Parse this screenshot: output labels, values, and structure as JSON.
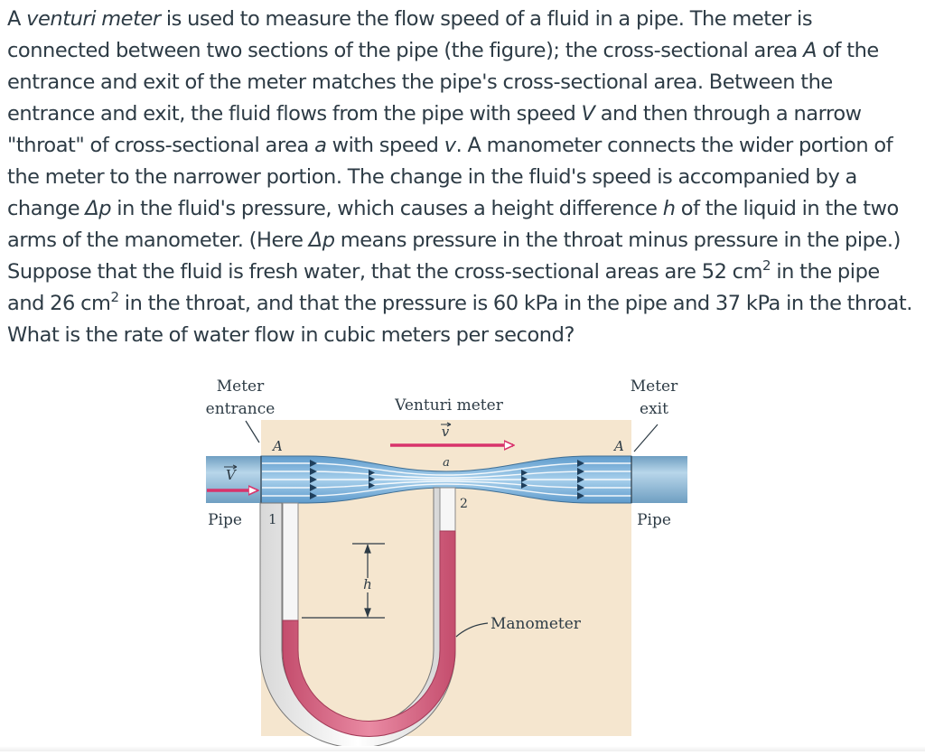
{
  "question": {
    "t1": "A ",
    "t2": "venturi meter",
    "t3": " is used to measure the flow speed of a fluid in a pipe. The meter is connected between two sections of the pipe (the figure); the cross-sectional area ",
    "t4": "A",
    "t5": " of the entrance and exit of the meter matches the pipe's cross-sectional area. Between the entrance and exit, the fluid flows from the pipe with speed ",
    "t6": "V",
    "t7": " and then through a narrow \"throat\" of cross-sectional area ",
    "t8": "a",
    "t9": " with speed ",
    "t10": "v",
    "t11": ". A manometer connects the wider portion of the meter to the narrower portion. The change in the fluid's speed is accompanied by a change ",
    "t12": "Δp",
    "t13": " in the fluid's pressure, which causes a height difference ",
    "t14": "h",
    "t15": " of the liquid in the two arms of the manometer. (Here ",
    "t16": "Δp",
    "t17": " means pressure in the throat minus pressure in the pipe.) Suppose that the fluid is fresh water, that the cross-sectional areas are 52 cm",
    "t18": "2",
    "t19": " in the pipe and 26 cm",
    "t20": "2",
    "t21": " in the throat, and that the pressure is 60 kPa in the pipe and 37 kPa in the throat. What is the rate of water flow in cubic meters per second?"
  },
  "figure": {
    "meter_entrance_line1": "Meter",
    "meter_entrance_line2": "entrance",
    "venturi_meter": "Venturi meter",
    "meter_exit_line1": "Meter",
    "meter_exit_line2": "exit",
    "label_A_left": "A",
    "label_A_right": "A",
    "label_V": "V",
    "label_v": "v",
    "label_a": "a",
    "label_pipe_left": "Pipe",
    "label_pipe_right": "Pipe",
    "label_1": "1",
    "label_2": "2",
    "label_h": "h",
    "label_manometer": "Manometer",
    "colors": {
      "background": "#f5e6cf",
      "water": "#7fb7dc",
      "pipe": "#9fc4dc",
      "mercury": "#d9607f",
      "arrow": "#d8336b",
      "text": "#2d3b45"
    }
  }
}
